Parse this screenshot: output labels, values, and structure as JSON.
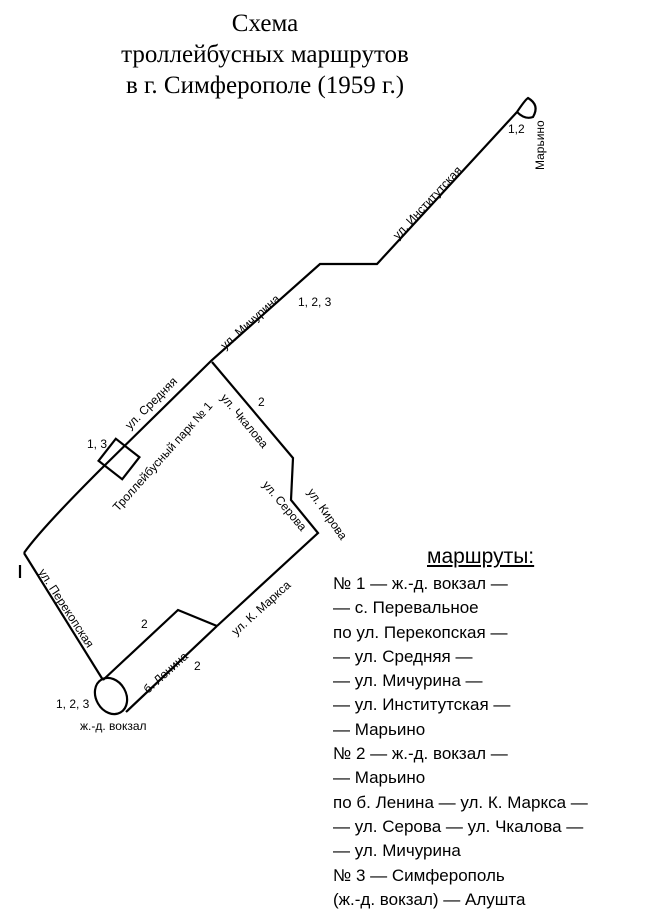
{
  "title": {
    "line1": "Схема",
    "line2": "троллейбусных маршрутов",
    "line3": "в г. Симферополе (1959 г.)"
  },
  "map": {
    "streets": {
      "institutskaya": "ул. Институтская",
      "michurina": "ул. Мичурина",
      "srednyaya": "ул. Средняя",
      "perekopskaya": "ул. Перекопская",
      "chkalova": "ул. Чкалова",
      "serova": "ул. Серова",
      "kirova": "ул. Кирова",
      "k_marksa": "ул. К. Маркса",
      "lenina": "б. Ленина"
    },
    "places": {
      "marino": "Марьино",
      "station": "ж.-д. вокзал",
      "depot": "Троллейбусный парк № 1"
    },
    "route_labels": {
      "marino": "1,2",
      "michurina": "1, 2, 3",
      "srednyaya": "1, 3",
      "chkalova": "2",
      "lenina_top": "2",
      "lenina_bottom": "2",
      "station": "1, 2, 3"
    }
  },
  "legend": {
    "heading": "маршруты:",
    "lines": [
      "№ 1 — ж.-д. вокзал —",
      "— с. Перевальное",
      "по ул. Перекопская —",
      "— ул. Средняя —",
      "— ул. Мичурина —",
      "— ул. Институтская —",
      "— Марьино",
      "№ 2 — ж.-д. вокзал —",
      "— Марьино",
      "по б. Ленина — ул. К. Маркса —",
      "— ул. Серова — ул. Чкалова —",
      "— ул. Мичурина",
      "№ 3 — Симферополь",
      "(ж.-д. вокзал) — Алушта"
    ]
  }
}
